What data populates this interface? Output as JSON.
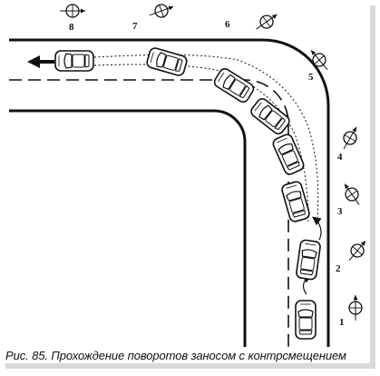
{
  "figure": {
    "caption": "Рис. 85. Прохождение поворотов заносом с контрсмещением",
    "colors": {
      "ink": "#111111",
      "paper": "#ffffff",
      "shadow": "#cfcfcf"
    },
    "step_labels": [
      "1",
      "2",
      "3",
      "4",
      "5",
      "6",
      "7",
      "8"
    ],
    "wheel_icon": "steering-wheel-icon",
    "car_icon": "car-top-view-icon"
  }
}
